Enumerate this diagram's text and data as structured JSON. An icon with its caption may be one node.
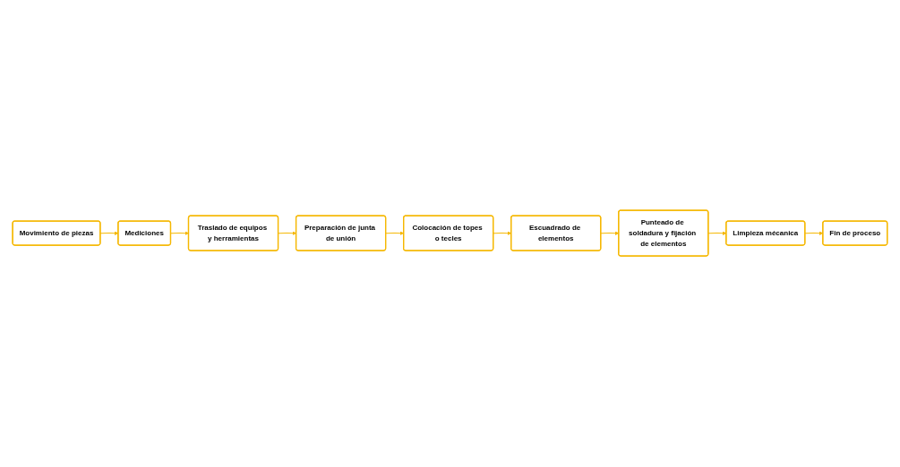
{
  "diagram": {
    "nodes": [
      {
        "text": [
          "Movimiento de piezas"
        ]
      },
      {
        "text": [
          "Mediciones"
        ]
      },
      {
        "text": [
          "Traslado de equipos y herramientas"
        ]
      },
      {
        "text": [
          "Escuadrado de elementos"
        ]
      },
      {
        "text": [
          "Colocación de topes o tecles"
        ]
      },
      {
        "text": [
          "Preparación de junta de unión"
        ]
      },
      {
        "text": [
          "Punteado de soldadura y fijación de elementos"
        ]
      },
      {
        "text": [
          "Limpieza mécanica"
        ]
      },
      {
        "text": [
          "Fin de proceso"
        ]
      }
    ],
    "edges": [
      {
        "from": 0,
        "to": 1,
        "arrow": "to"
      },
      {
        "from": 1,
        "to": 2,
        "arrow": "to"
      },
      {
        "from": 2,
        "to": 5,
        "arrow": "to"
      },
      {
        "from": 5,
        "to": 4,
        "arrow": "to"
      },
      {
        "from": 4,
        "to": 3,
        "arrow": "to"
      },
      {
        "from": 3,
        "to": 6,
        "arrow": "to"
      },
      {
        "from": 6,
        "to": 7,
        "arrow": "to"
      },
      {
        "from": 7,
        "to": 8,
        "arrow": "to"
      }
    ]
  }
}
